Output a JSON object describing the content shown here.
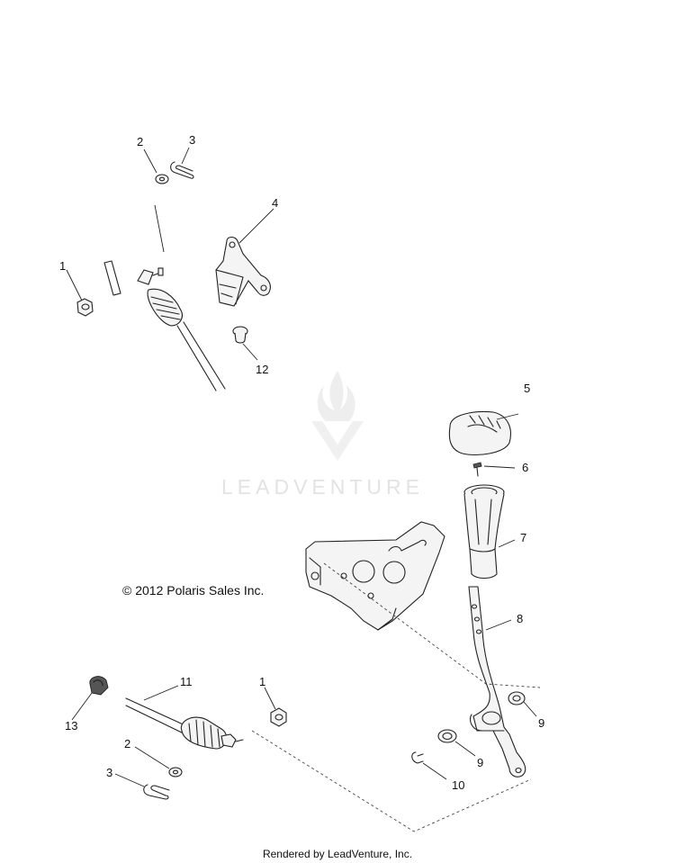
{
  "watermark": {
    "text": "LEADVENTURE",
    "icon": "flame-chevron-logo-icon"
  },
  "copyright": "© 2012 Polaris Sales Inc.",
  "footer": "Rendered by LeadVenture, Inc.",
  "callouts": {
    "c1_top": "1",
    "c2_top": "2",
    "c3_top": "3",
    "c4": "4",
    "c12": "12",
    "c5": "5",
    "c6": "6",
    "c7": "7",
    "c8": "8",
    "c9_right": "9",
    "c9_bottom": "9",
    "c10": "10",
    "c11": "11",
    "c1_bottom": "1",
    "c13": "13",
    "c2_bottom": "2",
    "c3_bottom": "3"
  }
}
